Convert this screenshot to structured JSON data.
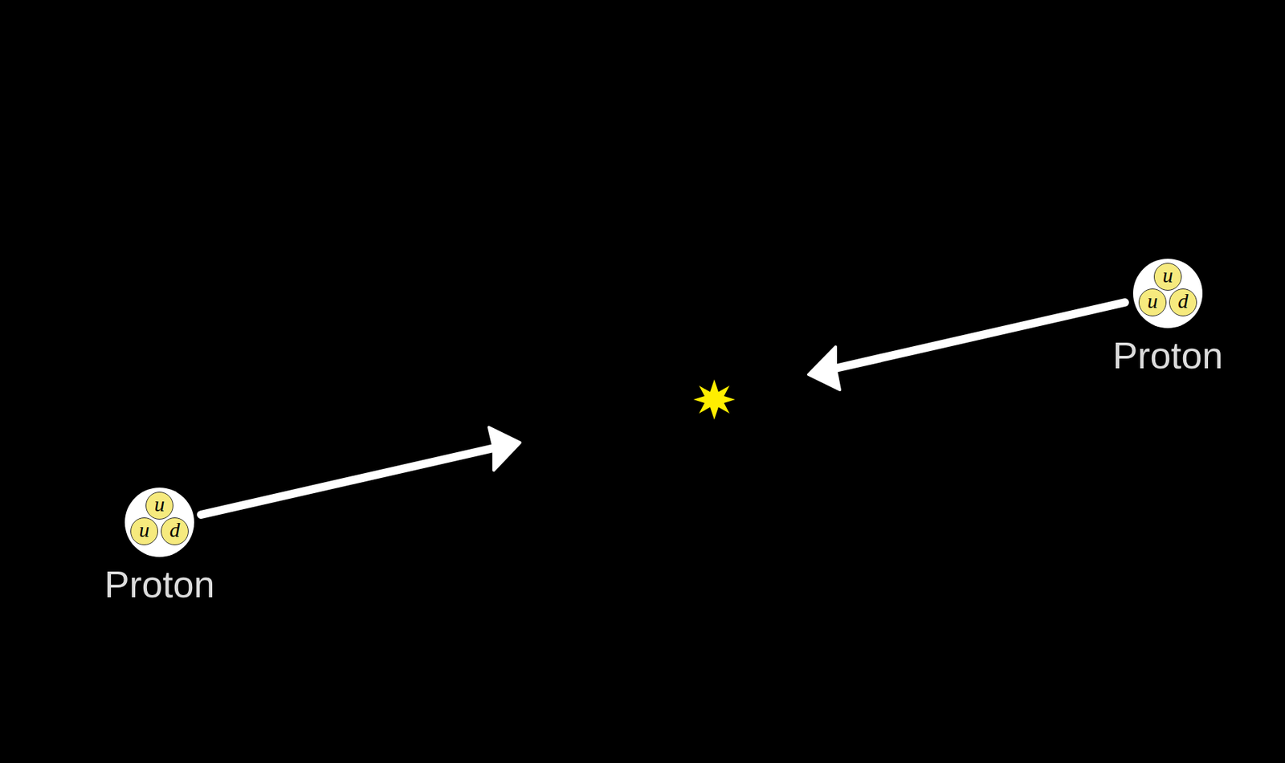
{
  "diagram": {
    "nodes": [
      {
        "text": [
          "Proton"
        ]
      },
      {
        "text": [
          "u"
        ],
        "in": 0
      },
      {
        "text": [
          "u"
        ],
        "in": 0
      },
      {
        "text": [
          "d"
        ],
        "in": 0
      },
      {
        "text": [
          "Proton"
        ]
      },
      {
        "text": [
          "u"
        ],
        "in": 4
      },
      {
        "text": [
          "u"
        ],
        "in": 4
      },
      {
        "text": [
          "d"
        ],
        "in": 4
      }
    ]
  }
}
